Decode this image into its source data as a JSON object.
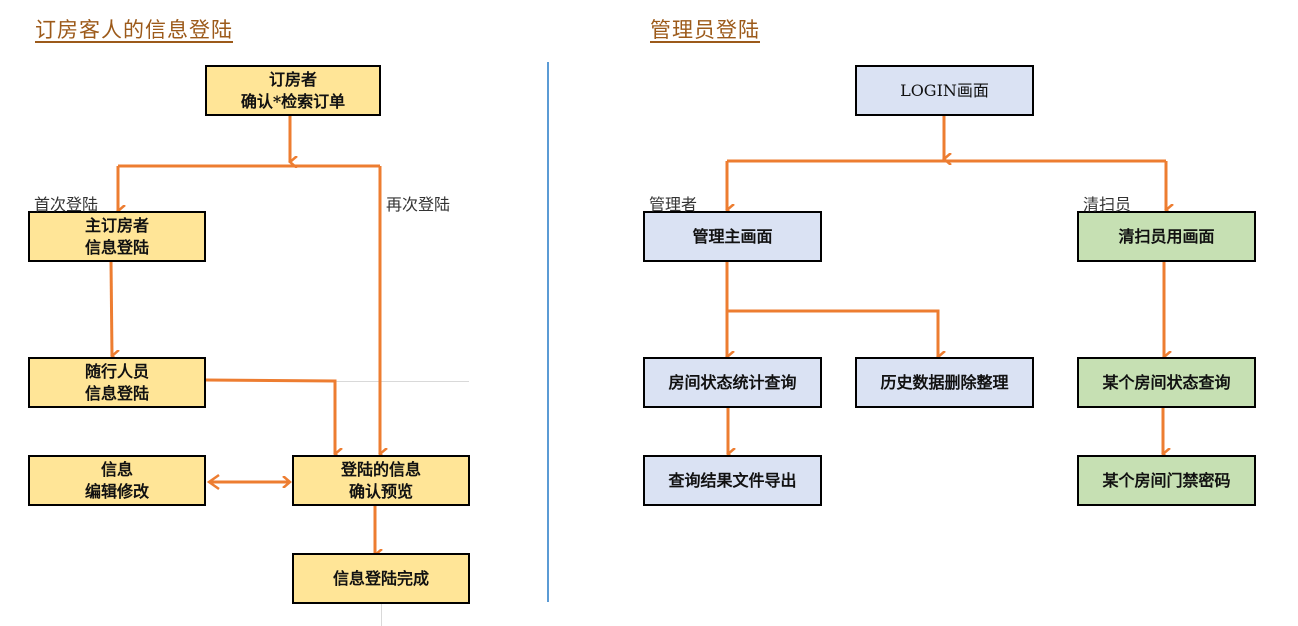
{
  "left_section": {
    "title": "订房客人的信息登陆",
    "nodes": {
      "booker": [
        "订房者",
        "确认*检索订单"
      ],
      "main_booker": [
        "主订房者",
        "信息登陆"
      ],
      "companions": [
        "随行人员",
        "信息登陆"
      ],
      "edit": [
        "信息",
        "编辑修改"
      ],
      "confirm": [
        "登陆的信息",
        "确认预览"
      ],
      "complete": [
        "信息登陆完成"
      ]
    },
    "edge_labels": {
      "first_login": "首次登陆",
      "second_login": "再次登陆"
    }
  },
  "right_section": {
    "title": "管理员登陆",
    "nodes": {
      "login": "LOGIN画面",
      "admin_main": "管理主画面",
      "cleaner_main": "清扫员用画面",
      "room_stats": "房间状态统计查询",
      "history_cleanup": "历史数据删除整理",
      "export": "查询结果文件导出",
      "room_status": "某个房间状态查询",
      "door_code": "某个房间门禁密码"
    },
    "edge_labels": {
      "admin": "管理者",
      "cleaner": "清扫员"
    }
  },
  "colors": {
    "arrow": "#ed7d31",
    "divider": "#5b9bd5",
    "title": "#9c5a1a",
    "box_yellow": "#ffe597",
    "box_blue": "#dae2f3",
    "box_green": "#c6e0b3"
  }
}
